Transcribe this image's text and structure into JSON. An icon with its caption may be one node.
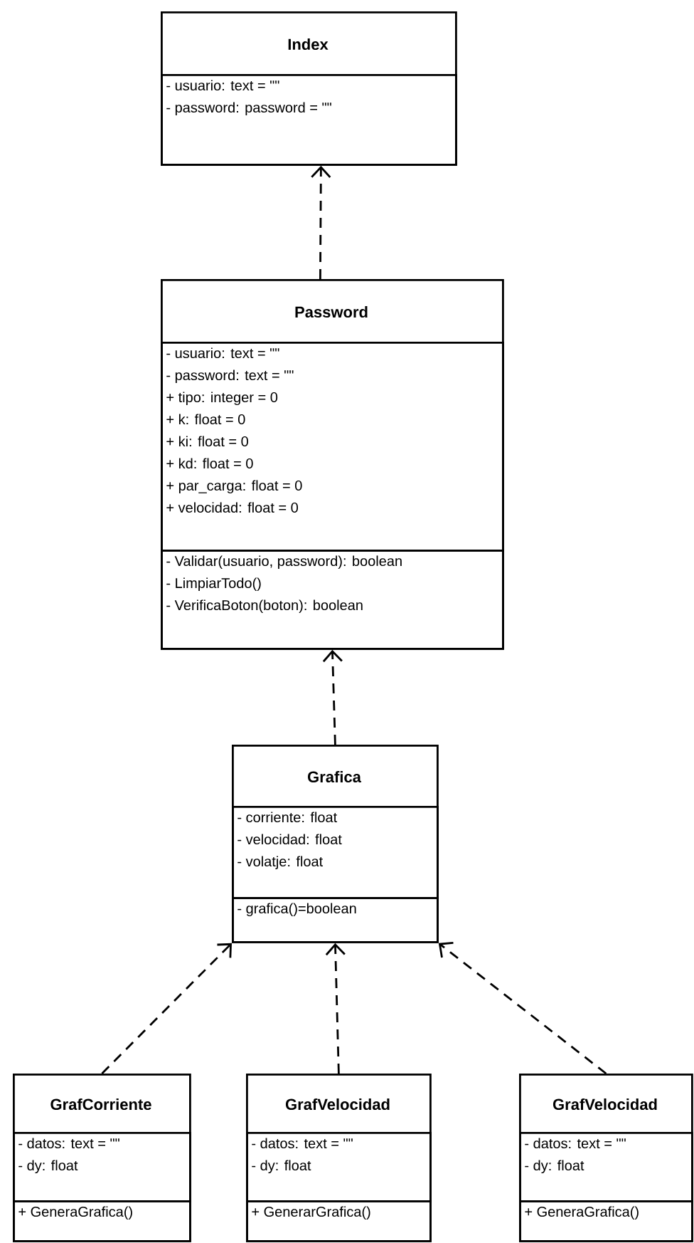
{
  "diagram": {
    "nodes": [
      {
        "text": [
          "Index"
        ]
      },
      {
        "text": [
          "- usuario: text = \"\"",
          "- password: password = \"\""
        ],
        "in": 0
      },
      {
        "text": [
          "Password"
        ]
      },
      {
        "text": [
          "- usuario: text = \"\"",
          "- password: text = \"\"",
          "+ tipo: integer = 0",
          "+ k: float = 0",
          "+ ki: float = 0",
          "+ kd: float = 0",
          "+ par_carga: float = 0",
          "+ velocidad: float = 0"
        ],
        "in": 2
      },
      {
        "text": [
          "- Validar(usuario, password): boolean",
          "- LimpiarTodo()",
          "- VerificaBoton(boton): boolean"
        ],
        "in": 2
      },
      {
        "text": [
          "Grafica"
        ]
      },
      {
        "text": [
          "- corriente: float",
          "- velocidad: float",
          "- volatje: float"
        ],
        "in": 5
      },
      {
        "text": [
          "- grafica()=boolean"
        ],
        "in": 5
      },
      {
        "text": [
          "GrafCorriente"
        ]
      },
      {
        "text": [
          "- datos: text = \"\"",
          "- dy: float"
        ],
        "in": 8
      },
      {
        "text": [
          "+ GeneraGrafica()"
        ],
        "in": 8
      },
      {
        "text": [
          "GrafVelocidad"
        ]
      },
      {
        "text": [
          "- datos: text = \"\"",
          "- dy: float"
        ],
        "in": 11
      },
      {
        "text": [
          "+ GenerarGrafica()"
        ],
        "in": 11
      },
      {
        "text": [
          "GrafVelocidad"
        ]
      },
      {
        "text": [
          "- datos: text = \"\"",
          "- dy: float"
        ],
        "in": 14
      },
      {
        "text": [
          "+ GeneraGrafica()"
        ],
        "in": 14
      }
    ],
    "edges": [
      {
        "from": 2,
        "to": 0,
        "arrow": "to",
        "style": "dashed"
      },
      {
        "from": 5,
        "to": 2,
        "arrow": "to",
        "style": "dashed"
      },
      {
        "from": 8,
        "to": 5,
        "arrow": "to",
        "style": "dashed"
      },
      {
        "from": 11,
        "to": 5,
        "arrow": "to",
        "style": "dashed"
      },
      {
        "from": 14,
        "to": 5,
        "arrow": "to",
        "style": "dashed"
      }
    ]
  }
}
